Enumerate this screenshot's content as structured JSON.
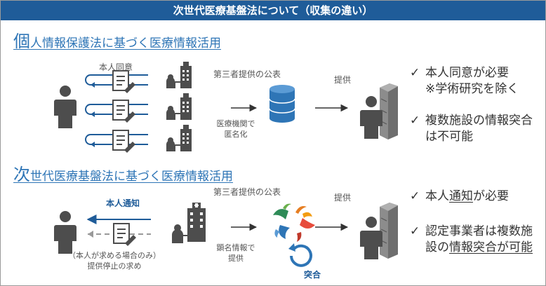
{
  "banner": {
    "title": "次世代医療基盤法について（収集の違い）"
  },
  "section1": {
    "title_first_char": "個",
    "title_rest": "人情報保護法に基づく医療情報活用",
    "consent_label": "本人同意",
    "publish_label": "第三者提供の公表",
    "provide_label": "提供",
    "anon_line1": "医療機関で",
    "anon_line2": "匿名化",
    "check1_line1": "本人同意が必要",
    "check1_line2": "※学術研究を除く",
    "check2_line1": "複数施設の情報突合",
    "check2_line2": "は不可能"
  },
  "section2": {
    "title_first_char": "次",
    "title_rest": "世代医療基盤法に基づく医療情報活用",
    "notice_label": "本人通知",
    "publish_label": "第三者提供の公表",
    "provide_label": "提供",
    "stop_line1": "（本人が求める場合のみ）",
    "stop_line2": "提供停止の求め",
    "named_line1": "顕名情報で",
    "named_line2": "提供",
    "match_label": "突合",
    "check1_pre": "本人",
    "check1_ul": "通知",
    "check1_post": "が必要",
    "check2_line1": "認定事業者は複数施",
    "check2_pre": "設の",
    "check2_ul": "情報突合が可能"
  },
  "icons": {
    "person": "person-icon",
    "document": "document-icon",
    "hospital": "hospital-icon",
    "database": "database-icon",
    "server": "server-icon",
    "logo": "certified-operator-logo",
    "cycle": "cycle-arrow-icon"
  },
  "colors": {
    "brand": "#1f5c99",
    "link": "#2e75b6",
    "icon": "#4d4d4d",
    "db": "#2e75b6"
  }
}
